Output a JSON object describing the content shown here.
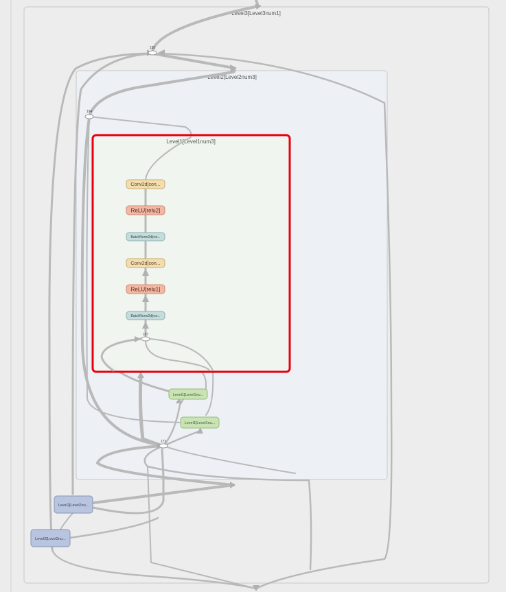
{
  "groups": {
    "outer": {
      "label": "",
      "fill": "#ececec",
      "stroke": "#cfcfcf"
    },
    "level3": {
      "label": "Level3[Level3num1]",
      "fill": "#ededed",
      "stroke": "#c8c8c8"
    },
    "level2": {
      "label": "Level2[Level2num3]",
      "fill": "#edf0f5",
      "stroke": "#c8c8c8"
    },
    "level1": {
      "label": "Level1[Level1num3]",
      "fill": "#f0f5ee",
      "stroke": "#e8000f"
    }
  },
  "ops": [
    {
      "id": "conv2d_a",
      "label": "Conv2d[con...",
      "kind": "conv",
      "small": false
    },
    {
      "id": "relu2",
      "label": "ReLU[relu2]",
      "kind": "relu",
      "small": false
    },
    {
      "id": "bn_a",
      "label": "BatchNorm2d[nor...",
      "kind": "bn",
      "small": true
    },
    {
      "id": "conv2d_b",
      "label": "Conv2d[con...",
      "kind": "conv",
      "small": false
    },
    {
      "id": "relu1",
      "label": "ReLU[relu1]",
      "kind": "relu",
      "small": false
    },
    {
      "id": "bn_b",
      "label": "BatchNorm2d[nor...",
      "kind": "bn",
      "small": true
    },
    {
      "id": "l1_a",
      "label": "Level1[Level1nu...",
      "kind": "level1",
      "small": true
    },
    {
      "id": "l1_b",
      "label": "Level1[Level1nu...",
      "kind": "level1",
      "small": true
    },
    {
      "id": "l2_a",
      "label": "Level2[Level2nu...",
      "kind": "level2",
      "small": true
    },
    {
      "id": "l2_b",
      "label": "Level2[Level2nu...",
      "kind": "level2",
      "small": true
    }
  ],
  "junctions": [
    {
      "id": "j195",
      "label": "195"
    },
    {
      "id": "j194",
      "label": "194"
    },
    {
      "id": "j187",
      "label": "187"
    },
    {
      "id": "j172",
      "label": "172"
    }
  ],
  "colors": {
    "conv": {
      "fill": "#f3dcae",
      "stroke": "#c9ad73",
      "text": "#5a4a2a"
    },
    "relu": {
      "fill": "#f2b8a4",
      "stroke": "#d08a72",
      "text": "#5a2a1a"
    },
    "bn": {
      "fill": "#c6dcdc",
      "stroke": "#8fb0b0",
      "text": "#2f4a4a"
    },
    "level1": {
      "fill": "#c9e3b4",
      "stroke": "#96bb7c",
      "text": "#3f5a30"
    },
    "level2": {
      "fill": "#b9c5df",
      "stroke": "#8595b8",
      "text": "#34415e"
    },
    "edge": "#b9b9b9",
    "edge_dark": "#a9a9a9"
  }
}
